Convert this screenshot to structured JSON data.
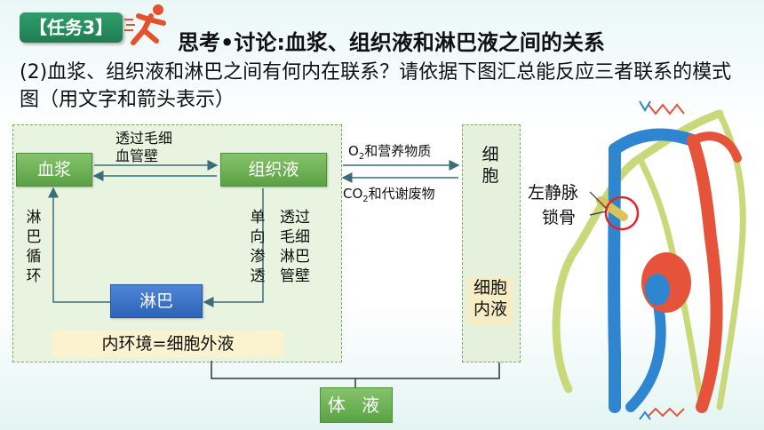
{
  "header": {
    "task_label": "【任务3】",
    "title": "思考•讨论:血浆、组织液和淋巴液之间的关系"
  },
  "question": "(2)血浆、组织液和淋巴之间有何内在联系？请依据下图汇总能反应三者联系的模式图（用文字和箭头表示）",
  "diagram": {
    "plasma": "血浆",
    "tissue_fluid": "组织液",
    "lymph": "淋巴",
    "top_label": "透过毛细\n血管壁",
    "left_label": "淋巴循环",
    "right_label_a": "单向渗透",
    "right_label_b": "透过毛细淋巴管壁",
    "env": "内环境=细胞外液",
    "cell": "细胞",
    "intracellular": "细胞内液",
    "o2_pre": "O",
    "o2_sub": "2",
    "o2_post": "和营养物质",
    "co2_pre": "CO",
    "co2_sub": "2",
    "co2_post": "和代谢废物",
    "body_fluid": "体 液"
  },
  "illustration": {
    "label_vein": "左静脉",
    "label_bone": "锁骨"
  },
  "colors": {
    "green": "#5aa244",
    "blue": "#2d63b8",
    "artery": "#e5543a",
    "vein": "#2f86d0",
    "lymph_vessel": "#c9d97a"
  }
}
